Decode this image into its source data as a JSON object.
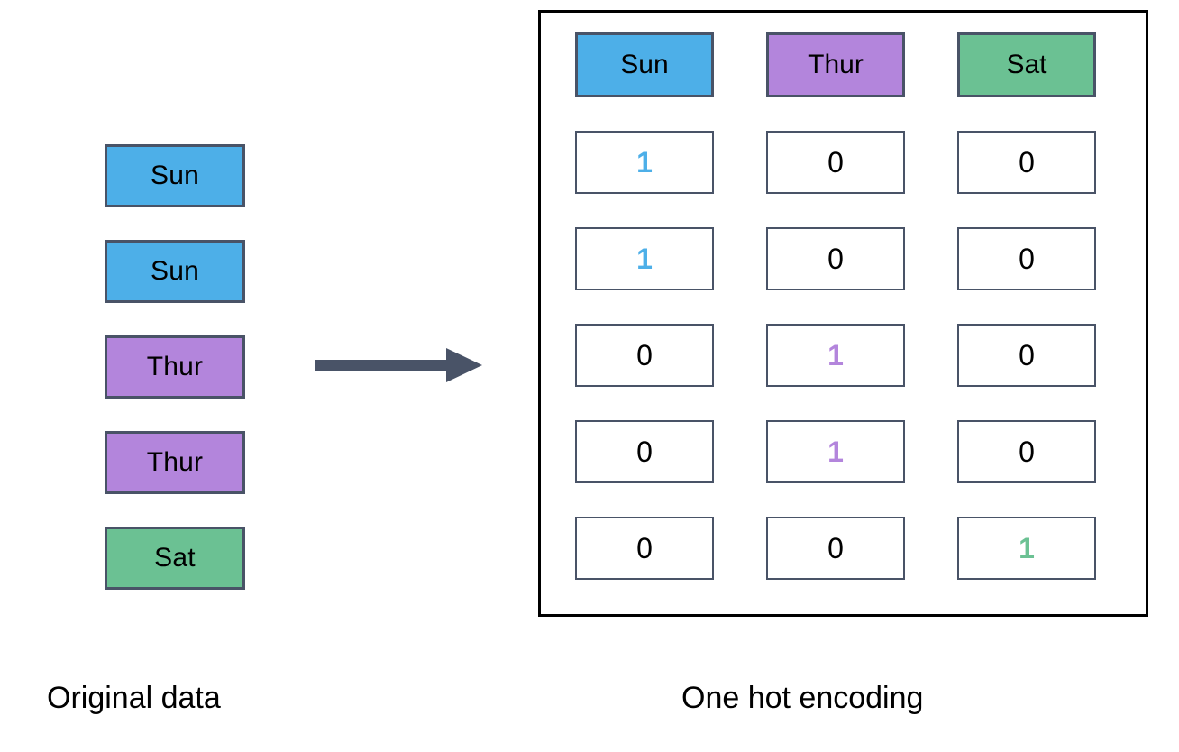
{
  "colors": {
    "blue": "#4DAFE8",
    "purple": "#B385DC",
    "green": "#6BC193",
    "box_border": "#495367",
    "panel_border": "#000000",
    "arrow": "#495367",
    "text": "#000000",
    "background": "#FFFFFF"
  },
  "original_data": {
    "caption": "Original data",
    "items": [
      {
        "label": "Sun",
        "category": "Sun"
      },
      {
        "label": "Sun",
        "category": "Sun"
      },
      {
        "label": "Thur",
        "category": "Thur"
      },
      {
        "label": "Thur",
        "category": "Thur"
      },
      {
        "label": "Sat",
        "category": "Sat"
      }
    ]
  },
  "arrow": {
    "icon": "arrow-right-icon",
    "direction": "right"
  },
  "encoding": {
    "caption": "One hot encoding",
    "headers": [
      {
        "label": "Sun",
        "category": "Sun"
      },
      {
        "label": "Thur",
        "category": "Thur"
      },
      {
        "label": "Sat",
        "category": "Sat"
      }
    ],
    "rows": [
      [
        {
          "value": "1",
          "hot": true,
          "category": "Sun"
        },
        {
          "value": "0",
          "hot": false,
          "category": "Thur"
        },
        {
          "value": "0",
          "hot": false,
          "category": "Sat"
        }
      ],
      [
        {
          "value": "1",
          "hot": true,
          "category": "Sun"
        },
        {
          "value": "0",
          "hot": false,
          "category": "Thur"
        },
        {
          "value": "0",
          "hot": false,
          "category": "Sat"
        }
      ],
      [
        {
          "value": "0",
          "hot": false,
          "category": "Sun"
        },
        {
          "value": "1",
          "hot": true,
          "category": "Thur"
        },
        {
          "value": "0",
          "hot": false,
          "category": "Sat"
        }
      ],
      [
        {
          "value": "0",
          "hot": false,
          "category": "Sun"
        },
        {
          "value": "1",
          "hot": true,
          "category": "Thur"
        },
        {
          "value": "0",
          "hot": false,
          "category": "Sat"
        }
      ],
      [
        {
          "value": "0",
          "hot": false,
          "category": "Sun"
        },
        {
          "value": "0",
          "hot": false,
          "category": "Thur"
        },
        {
          "value": "1",
          "hot": true,
          "category": "Sat"
        }
      ]
    ]
  }
}
